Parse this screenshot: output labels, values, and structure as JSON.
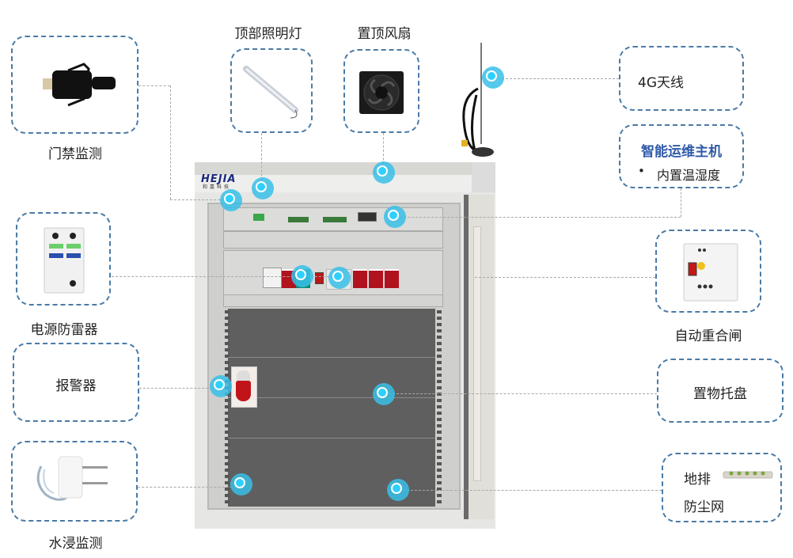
{
  "diagram": {
    "brand_logo": "HEJIA",
    "brand_sub": "和嘉科技",
    "components": {
      "door_access": {
        "label": "门禁监测",
        "icon": "door-switch-icon"
      },
      "top_light": {
        "label": "顶部照明灯",
        "icon": "led-tube-icon"
      },
      "top_fan": {
        "label": "置顶风扇",
        "icon": "fan-icon"
      },
      "antenna": {
        "label": "4G天线",
        "icon": "antenna-icon"
      },
      "smart_host": {
        "title": "智能运维主机",
        "bullet": "•",
        "feature": "内置温湿度"
      },
      "surge_protector": {
        "label": "电源防雷器",
        "icon": "surge-protector-icon"
      },
      "auto_recloser": {
        "label": "自动重合闸",
        "icon": "auto-recloser-icon"
      },
      "alarm": {
        "label": "报警器"
      },
      "shelf": {
        "label": "置物托盘"
      },
      "water_sensor": {
        "label": "水浸监测",
        "icon": "water-sensor-icon"
      },
      "ground_dust": {
        "line1": "地排",
        "line2": "防尘网",
        "icon": "ground-bar-icon"
      }
    },
    "colors": {
      "box_border": "#4a7aa6",
      "hotspot": "#38c0e8",
      "host_title": "#2f5aa8",
      "connector": "#a8a8a8"
    }
  }
}
